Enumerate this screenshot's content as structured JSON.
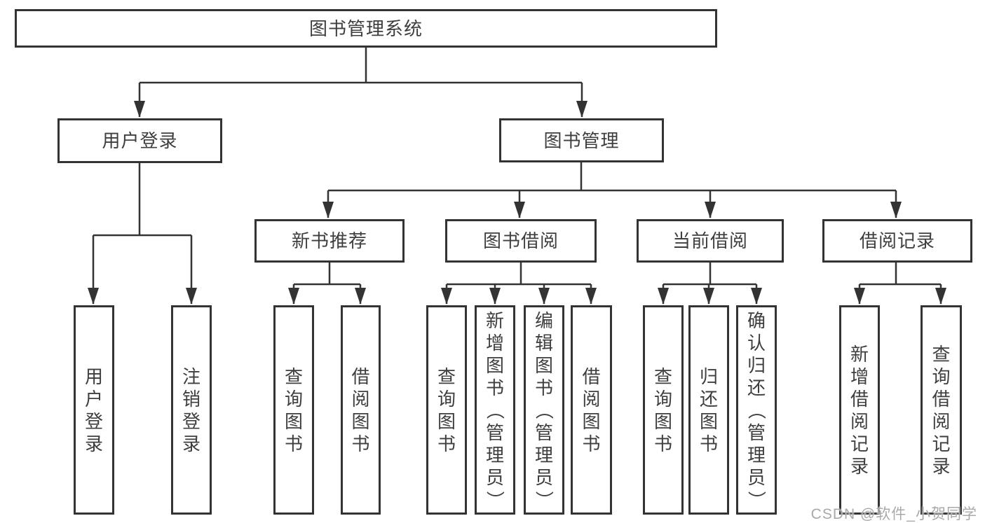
{
  "diagram_title": "图书管理系统",
  "tree": {
    "label": "图书管理系统",
    "children": [
      {
        "label": "用户登录",
        "children": [
          {
            "label": "用户登录"
          },
          {
            "label": "注销登录"
          }
        ]
      },
      {
        "label": "图书管理",
        "children": [
          {
            "label": "新书推荐",
            "children": [
              {
                "label": "查询图书"
              },
              {
                "label": "借阅图书"
              }
            ]
          },
          {
            "label": "图书借阅",
            "children": [
              {
                "label": "查询图书"
              },
              {
                "label": "新增图书（管理员）"
              },
              {
                "label": "编辑图书（管理员）"
              },
              {
                "label": "借阅图书"
              }
            ]
          },
          {
            "label": "当前借阅",
            "children": [
              {
                "label": "查询图书"
              },
              {
                "label": "归还图书"
              },
              {
                "label": "确认归还（管理员）"
              }
            ]
          },
          {
            "label": "借阅记录",
            "children": [
              {
                "label": "新增借阅记录"
              },
              {
                "label": "查询借阅记录"
              }
            ]
          }
        ]
      }
    ]
  },
  "watermark": "CSDN @软件_小贺同学",
  "colors": {
    "line": "#333333",
    "text": "#3e3e3e",
    "box_fill": "#ffffff",
    "watermark": "#a9a9a9",
    "background": "#ffffff"
  }
}
